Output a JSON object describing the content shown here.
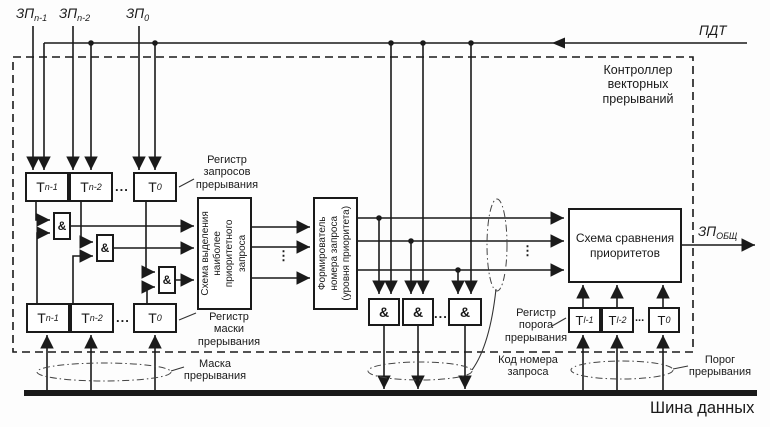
{
  "colors": {
    "line": "#1a1a1a",
    "box_border": "#1a1a1a",
    "background": "#ffffff"
  },
  "signals": {
    "requests": [
      {
        "base": "ЗП",
        "sub": "n-1"
      },
      {
        "base": "ЗП",
        "sub": "n-2"
      },
      {
        "base": "ЗП",
        "sub": "0"
      }
    ],
    "pdt": "ПДТ",
    "output": {
      "base": "ЗП",
      "sub": "ОБЩ"
    }
  },
  "controller": {
    "title_lines": [
      "Контроллер",
      "векторных",
      "прерываний"
    ]
  },
  "blocks": {
    "selector": {
      "lines": [
        "Схема выделения",
        "наиболее",
        "приоритетного",
        "запроса"
      ]
    },
    "number_former": {
      "lines": [
        "Формирователь",
        "номера запроса",
        "(уровня приоритета)"
      ]
    },
    "comparator": {
      "lines": [
        "Схема сравнения",
        "приоритетов"
      ]
    }
  },
  "registers": {
    "request": {
      "label_lines": [
        "Регистр",
        "запросов",
        "прерывания"
      ],
      "cells": [
        {
          "base": "Т",
          "sub": "n-1"
        },
        {
          "base": "Т",
          "sub": "n-2"
        },
        {
          "base": "Т",
          "sub": "0"
        }
      ]
    },
    "mask": {
      "label_lines": [
        "Регистр",
        "маски",
        "прерывания"
      ],
      "cells": [
        {
          "base": "Т",
          "sub": "n-1"
        },
        {
          "base": "Т",
          "sub": "n-2"
        },
        {
          "base": "Т",
          "sub": "0"
        }
      ]
    },
    "threshold": {
      "label_lines": [
        "Регистр",
        "порога",
        "прерывания"
      ],
      "cells": [
        {
          "base": "Т",
          "sub": "l-1"
        },
        {
          "base": "Т",
          "sub": "l-2"
        },
        {
          "base": "Т",
          "sub": "0"
        }
      ]
    }
  },
  "gates": {
    "and_symbol": "&"
  },
  "bus": {
    "label": "Шина данных"
  },
  "bus_groups": {
    "mask": {
      "label_lines": [
        "Маска",
        "прерывания"
      ]
    },
    "code": {
      "label_lines": [
        "Код номера",
        "запроса"
      ]
    },
    "threshold": {
      "label_lines": [
        "Порог",
        "прерывания"
      ]
    }
  },
  "misc": {
    "hdots": "...",
    "vdots": "⋮"
  }
}
